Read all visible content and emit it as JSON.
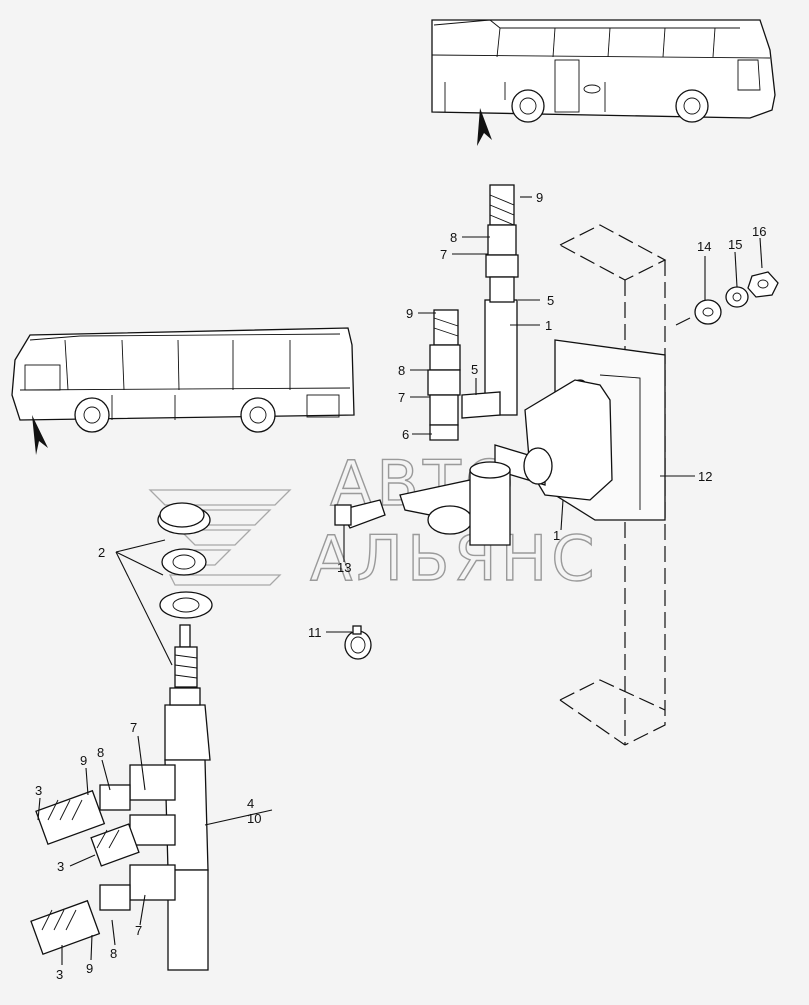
{
  "watermark": {
    "line1": "АВТО",
    "line2": "АЛЬЯНС"
  },
  "callouts": {
    "c1a": "1",
    "c1b": "1",
    "c2": "2",
    "c3a": "3",
    "c3b": "3",
    "c3c": "3",
    "c4": "4",
    "c5a": "5",
    "c5b": "5",
    "c6": "6",
    "c7a": "7",
    "c7b": "7",
    "c7c": "7",
    "c7d": "7",
    "c8a": "8",
    "c8b": "8",
    "c8c": "8",
    "c8d": "8",
    "c9a": "9",
    "c9b": "9",
    "c9c": "9",
    "c9d": "9",
    "c10": "10",
    "c11": "11",
    "c12": "12",
    "c13": "13",
    "c14": "14",
    "c15": "15",
    "c16": "16"
  }
}
